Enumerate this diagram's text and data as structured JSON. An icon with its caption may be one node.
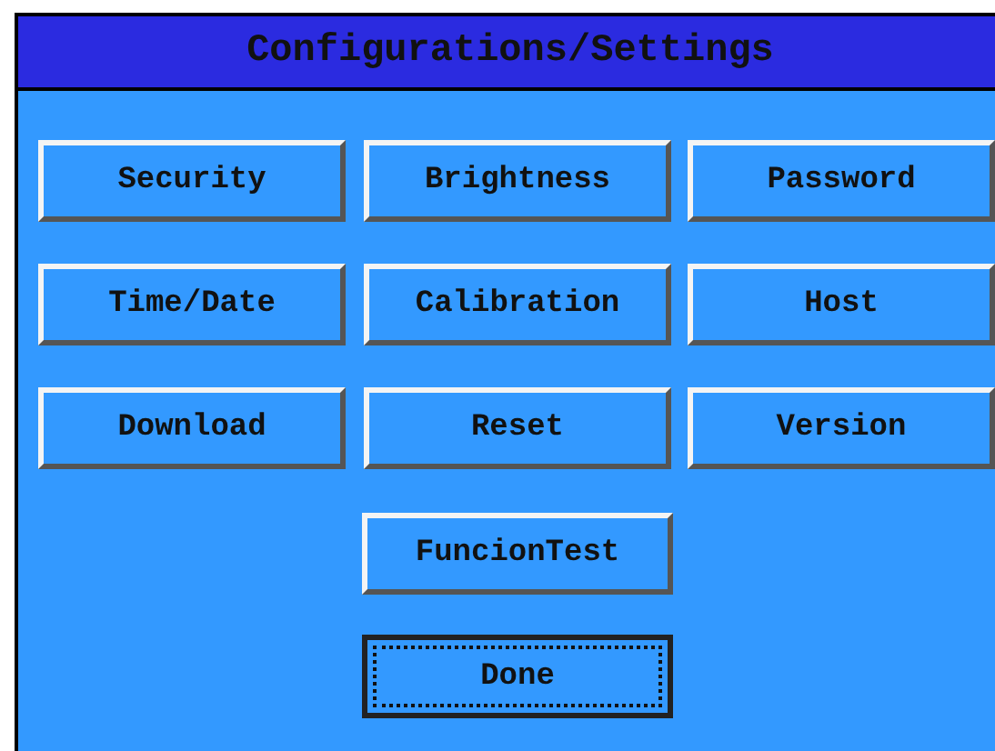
{
  "diagram": {
    "title": "Configurations/Settings",
    "nodes": [
      {
        "text": [
          "Security"
        ]
      },
      {
        "text": [
          "Brightness"
        ]
      },
      {
        "text": [
          "Password"
        ]
      },
      {
        "text": [
          "Time/Date"
        ]
      },
      {
        "text": [
          "Calibration"
        ]
      },
      {
        "text": [
          "Host"
        ]
      },
      {
        "text": [
          "Download"
        ]
      },
      {
        "text": [
          "Reset"
        ]
      },
      {
        "text": [
          "Version"
        ]
      },
      {
        "text": [
          "FuncionTest"
        ]
      },
      {
        "text": [
          "Done"
        ]
      }
    ]
  }
}
